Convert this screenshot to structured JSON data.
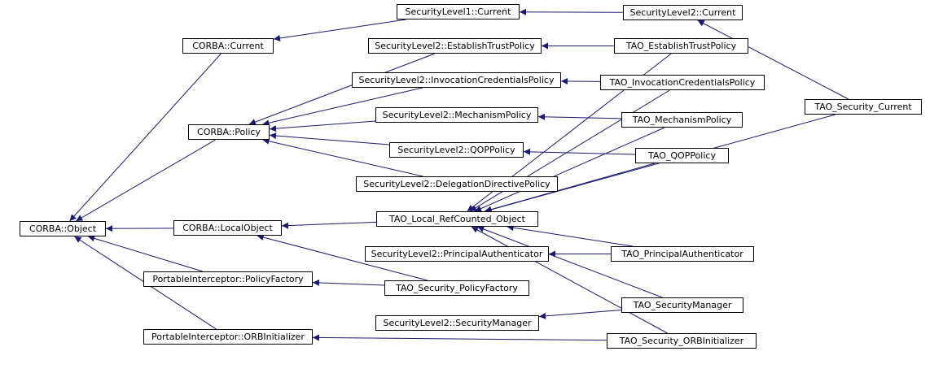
{
  "colors": {
    "edge": "#191970",
    "arrow": "#191970",
    "node_border": "#000000",
    "node_fill": "#ffffff"
  },
  "nodes": {
    "corba_object": "CORBA::Object",
    "corba_current": "CORBA::Current",
    "corba_policy": "CORBA::Policy",
    "corba_localobject": "CORBA::LocalObject",
    "pi_policyfactory": "PortableInterceptor::PolicyFactory",
    "pi_orbinitializer": "PortableInterceptor::ORBInitializer",
    "sl1_current": "SecurityLevel1::Current",
    "sl2_current": "SecurityLevel2::Current",
    "sl2_establishtrust": "SecurityLevel2::EstablishTrustPolicy",
    "sl2_invocationcreds": "SecurityLevel2::InvocationCredentialsPolicy",
    "sl2_mechanism": "SecurityLevel2::MechanismPolicy",
    "sl2_qop": "SecurityLevel2::QOPPolicy",
    "sl2_delegation": "SecurityLevel2::DelegationDirectivePolicy",
    "sl2_principalauth": "SecurityLevel2::PrincipalAuthenticator",
    "sl2_securitymanager": "SecurityLevel2::SecurityManager",
    "tao_establishtrust": "TAO_EstablishTrustPolicy",
    "tao_invocationcreds": "TAO_InvocationCredentialsPolicy",
    "tao_mechanism": "TAO_MechanismPolicy",
    "tao_qop": "TAO_QOPPolicy",
    "tao_local_refcounted": "TAO_Local_RefCounted_Object",
    "tao_principalauth": "TAO_PrincipalAuthenticator",
    "tao_security_policyfactory": "TAO_Security_PolicyFactory",
    "tao_securitymanager": "TAO_SecurityManager",
    "tao_security_orbinitializer": "TAO_Security_ORBInitializer",
    "tao_security_current": "TAO_Security_Current"
  },
  "edges": [
    [
      "corba_current",
      "corba_object"
    ],
    [
      "corba_policy",
      "corba_object"
    ],
    [
      "corba_localobject",
      "corba_object"
    ],
    [
      "pi_policyfactory",
      "corba_object"
    ],
    [
      "pi_orbinitializer",
      "corba_object"
    ],
    [
      "sl1_current",
      "corba_current"
    ],
    [
      "sl2_current",
      "sl1_current"
    ],
    [
      "sl2_establishtrust",
      "corba_policy"
    ],
    [
      "sl2_invocationcreds",
      "corba_policy"
    ],
    [
      "sl2_mechanism",
      "corba_policy"
    ],
    [
      "sl2_qop",
      "corba_policy"
    ],
    [
      "sl2_delegation",
      "corba_policy"
    ],
    [
      "tao_local_refcounted",
      "corba_localobject"
    ],
    [
      "tao_security_policyfactory",
      "corba_localobject"
    ],
    [
      "tao_security_policyfactory",
      "pi_policyfactory"
    ],
    [
      "tao_security_orbinitializer",
      "pi_orbinitializer"
    ],
    [
      "tao_establishtrust",
      "sl2_establishtrust"
    ],
    [
      "tao_invocationcreds",
      "sl2_invocationcreds"
    ],
    [
      "tao_mechanism",
      "sl2_mechanism"
    ],
    [
      "tao_qop",
      "sl2_qop"
    ],
    [
      "tao_principalauth",
      "sl2_principalauth"
    ],
    [
      "tao_securitymanager",
      "sl2_securitymanager"
    ],
    [
      "tao_security_current",
      "sl2_current"
    ],
    [
      "tao_establishtrust",
      "tao_local_refcounted"
    ],
    [
      "tao_invocationcreds",
      "tao_local_refcounted"
    ],
    [
      "tao_mechanism",
      "tao_local_refcounted"
    ],
    [
      "tao_qop",
      "tao_local_refcounted"
    ],
    [
      "tao_principalauth",
      "tao_local_refcounted"
    ],
    [
      "tao_securitymanager",
      "tao_local_refcounted"
    ],
    [
      "tao_security_orbinitializer",
      "tao_local_refcounted"
    ],
    [
      "tao_security_current",
      "tao_local_refcounted"
    ]
  ]
}
